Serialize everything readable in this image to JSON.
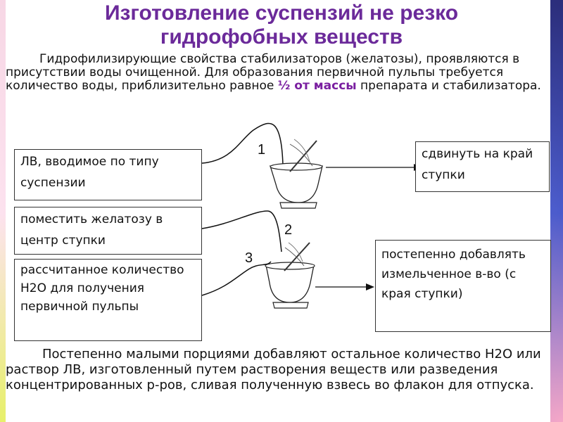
{
  "slide": {
    "title_line1": "Изготовление суспензий не резко",
    "title_line2": "гидрофобных веществ",
    "intro": {
      "part1": "Гидрофилизирующие свойства стабилизаторов (желатозы), проявляются в присутствии воды очищенной. Для образования первичной пульпы требуется количество воды, приблизительно равное ",
      "highlight": "½ от массы",
      "part2": " препарата и стабилизатора."
    },
    "boxes": {
      "lv_suspension": "ЛВ, вводимое по типу суспензии",
      "gelatose": "поместить желатозу в центр ступки",
      "water": "рассчитанное количество H2O для получения первичной пульпы",
      "shift": "сдвинуть на край ступки",
      "gradual": "постепенно добавлять измельченное в-во (с края ступки)"
    },
    "step_numbers": [
      "1",
      "2",
      "3"
    ],
    "conclusion": "Постепенно малыми порциями добавляют остальное количество H2O или раствор ЛВ, изготовленный путем растворения веществ или разведения концентрированных р-ров, сливая полученную взвесь во флакон для отпуска."
  },
  "colors": {
    "title": "#6b2a9a",
    "highlight": "#7a1fa0"
  },
  "icons": [
    "mortar-with-pestle-icon"
  ]
}
